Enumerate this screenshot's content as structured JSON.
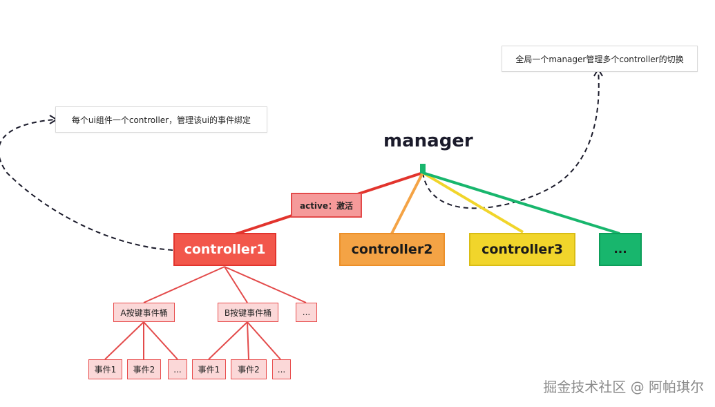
{
  "title": "manager",
  "notes": {
    "manager_note": "全局一个manager管理多个controller的切换",
    "controller_note": "每个ui组件一个controller，管理该ui的事件绑定"
  },
  "active_label": "active：激活",
  "controllers": [
    "controller1",
    "controller2",
    "controller3",
    "..."
  ],
  "buckets": [
    "A按键事件桶",
    "B按键事件桶",
    "..."
  ],
  "events_a": [
    "事件1",
    "事件2",
    "..."
  ],
  "events_b": [
    "事件1",
    "事件2",
    "..."
  ],
  "watermark": "掘金技术社区 @ 阿帕琪尔",
  "colors": {
    "red": "#f2574b",
    "orange": "#f4a345",
    "yellow": "#f1d52b",
    "green": "#18b66d",
    "dark": "#1b1b2b"
  }
}
